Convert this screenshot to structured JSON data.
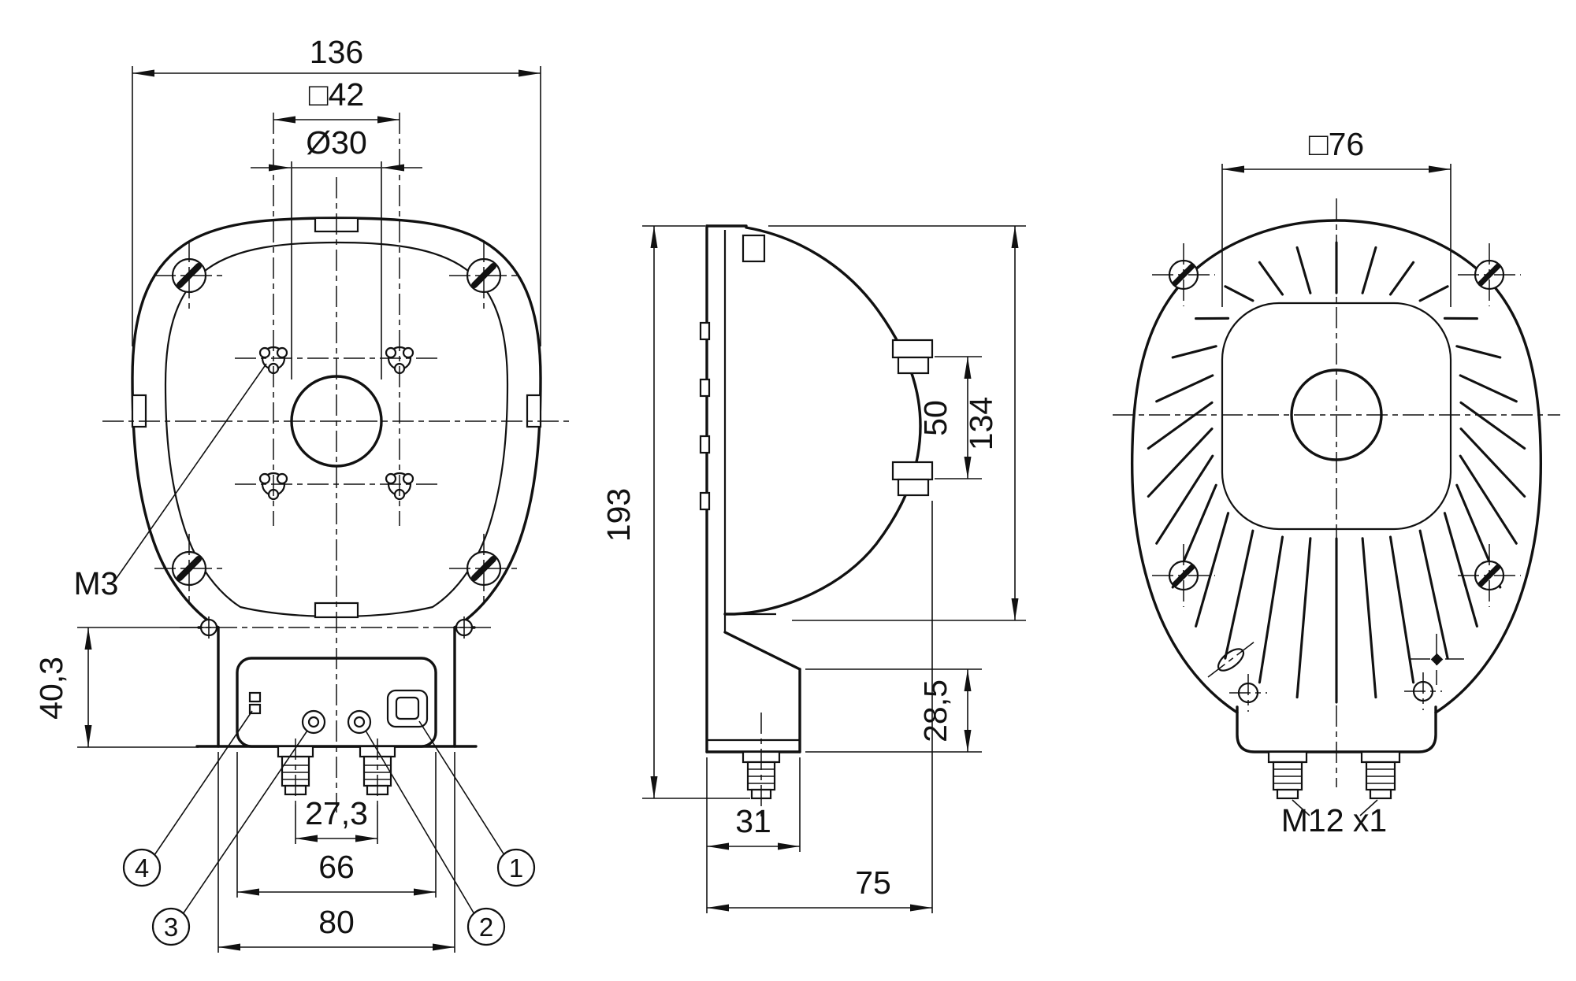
{
  "drawing": {
    "background_color": "#ffffff",
    "line_color": "#111111",
    "front_view": {
      "dim_overall_width": "136",
      "dim_mounting_square": "□42",
      "dim_lens_diameter": "Ø30",
      "label_thread_size": "M3",
      "dim_lower_section_height": "40,3",
      "dim_connector_spacing": "27,3",
      "dim_connector_block_width": "66",
      "dim_lower_housing_width": "80",
      "callouts": {
        "c1": "1",
        "c2": "2",
        "c3": "3",
        "c4": "4"
      }
    },
    "side_view": {
      "dim_overall_height": "193",
      "dim_clip_spacing": "50",
      "dim_head_height": "134",
      "dim_lower_section_height": "28,5",
      "dim_lower_section_depth": "31",
      "dim_overall_depth": "75"
    },
    "back_view": {
      "dim_heatsink_pad_square": "□76",
      "label_connector_thread": "M12 x1"
    }
  }
}
